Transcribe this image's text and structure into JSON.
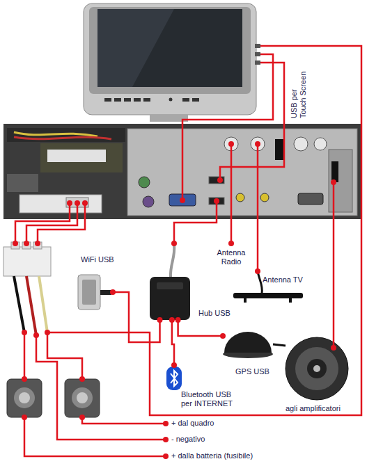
{
  "diagram": {
    "nodes": [
      {
        "text": [
          "Antenna Radio"
        ]
      },
      {
        "text": [
          "WiFi USB"
        ]
      },
      {
        "text": [
          "Antenna TV"
        ]
      },
      {
        "text": [
          "Hub USB"
        ]
      },
      {
        "text": [
          "GPS USB"
        ]
      },
      {
        "text": [
          "Bluetooth USB per INTERNET"
        ]
      },
      {
        "text": [
          "agli amplificatori"
        ]
      }
    ],
    "edges": [
      {
        "from": 1,
        "to": 3,
        "arrow": "none"
      },
      {
        "from": 3,
        "to": 4,
        "arrow": "none"
      },
      {
        "from": 3,
        "to": 5,
        "arrow": "none"
      }
    ],
    "labels": [
      "USB per Touch Screen",
      "+ dal quadro",
      "- negativo",
      "+ dalla batteria (fusibile)"
    ]
  }
}
